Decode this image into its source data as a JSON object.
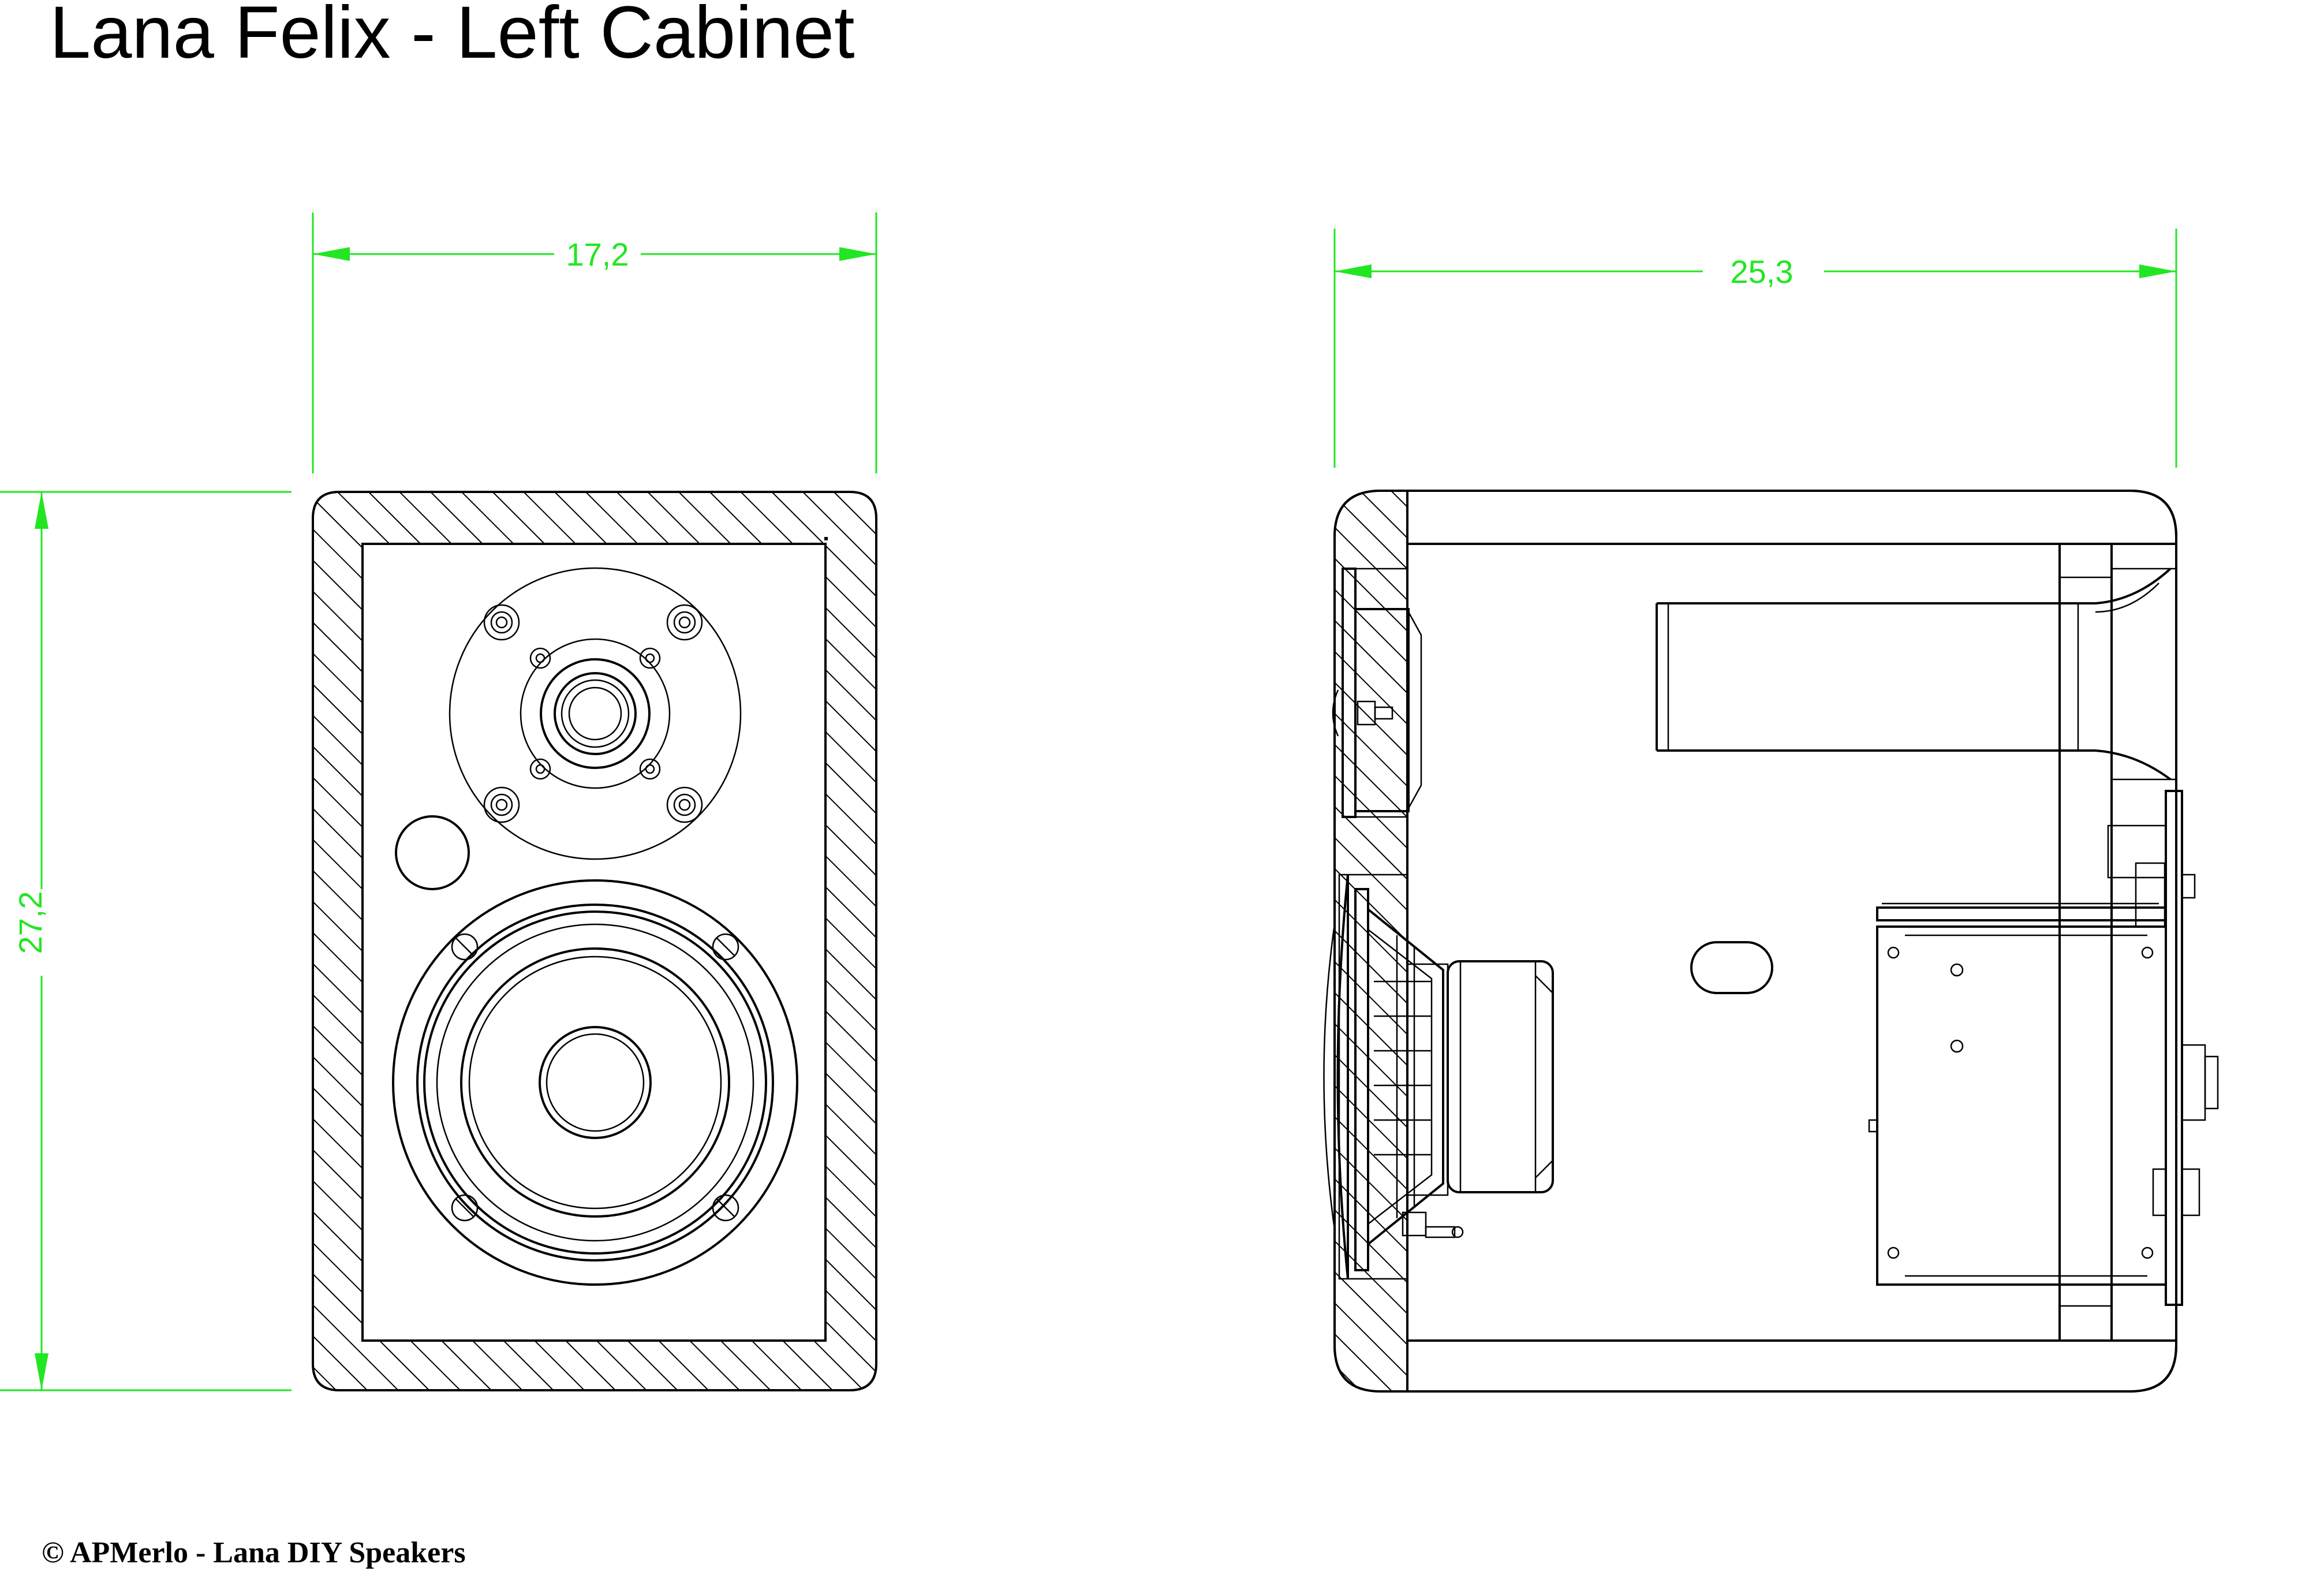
{
  "title": "Lana Felix - Left Cabinet",
  "footer": "© APMerlo - Lana DIY Speakers",
  "dimensions": {
    "front_width": "17,2",
    "front_height": "27,2",
    "side_depth": "25,3"
  },
  "colors": {
    "dimension": "#22e622",
    "line": "#000000",
    "background": "#ffffff"
  }
}
